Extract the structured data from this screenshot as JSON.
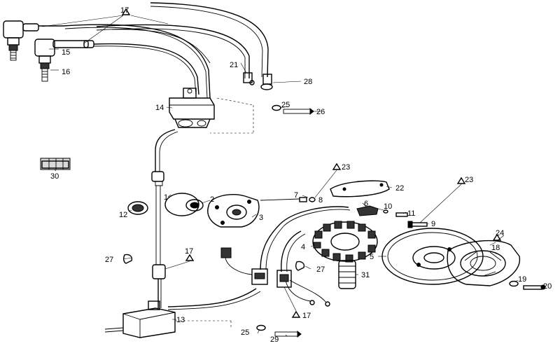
{
  "callouts": {
    "c1": "1",
    "c2": "2",
    "c3": "3",
    "c4": "4",
    "c5": "5",
    "c6": "6",
    "c7": "7",
    "c8": "8",
    "c9": "9",
    "c10": "10",
    "c11": "11",
    "c12": "12",
    "c13": "13",
    "c14": "14",
    "c15": "15",
    "c16": "16",
    "c17a": "17",
    "c17b": "17",
    "c17c": "17",
    "c18": "18",
    "c19": "19",
    "c20": "20",
    "c21": "21",
    "c22": "22",
    "c23a": "23",
    "c23b": "23",
    "c24": "24",
    "c25a": "25",
    "c25b": "25",
    "c26": "26",
    "c27a": "27",
    "c27b": "27",
    "c28": "28",
    "c29": "29",
    "c30": "30",
    "c31": "31"
  }
}
